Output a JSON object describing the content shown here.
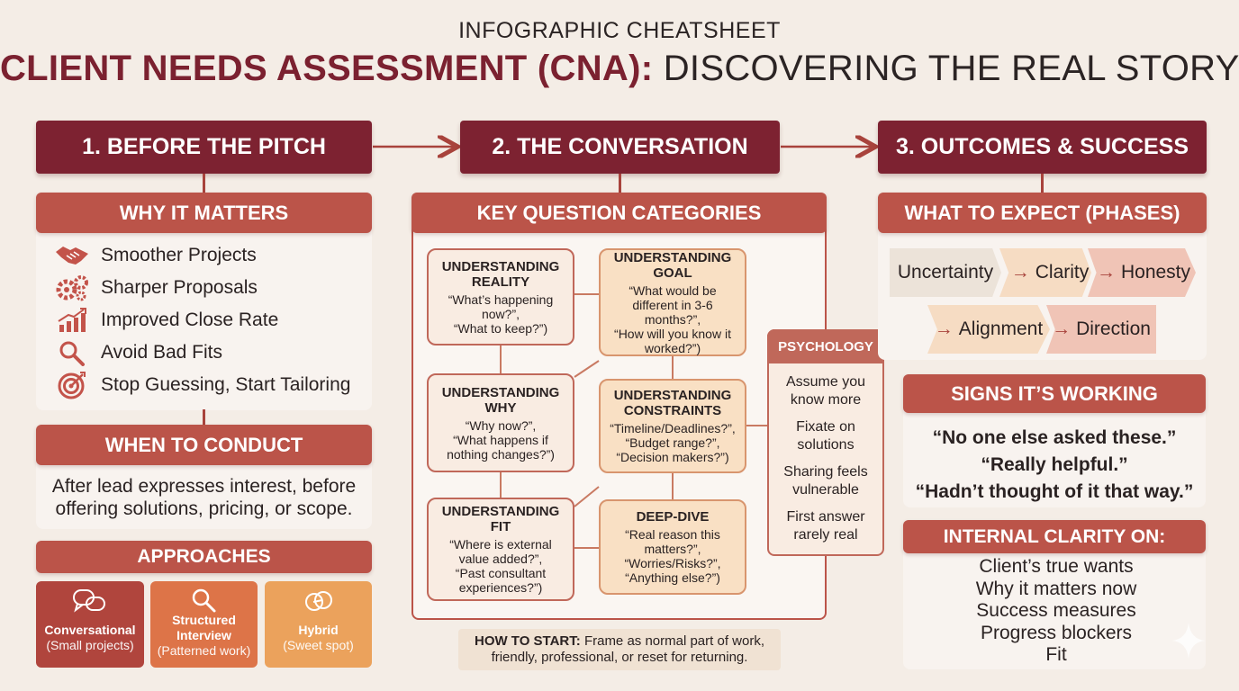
{
  "header": {
    "eyebrow": "INFOGRAPHIC CHEATSHEET",
    "title_red": "CLIENT NEEDS ASSESSMENT (CNA):",
    "title_dark": "DISCOVERING THE REAL STORY"
  },
  "stages": [
    "1. BEFORE THE PITCH",
    "2. THE CONVERSATION",
    "3. OUTCOMES & SUCCESS"
  ],
  "why": {
    "heading": "WHY IT MATTERS",
    "items": [
      {
        "label": "Smoother Projects",
        "icon": "handshake-icon"
      },
      {
        "label": "Sharper Proposals",
        "icon": "gears-icon"
      },
      {
        "label": "Improved Close Rate",
        "icon": "growth-chart-icon"
      },
      {
        "label": "Avoid Bad Fits",
        "icon": "magnifier-icon"
      },
      {
        "label": "Stop Guessing, Start Tailoring",
        "icon": "target-icon"
      }
    ]
  },
  "when": {
    "heading": "WHEN TO CONDUCT",
    "text": "After lead expresses interest, before offering solutions, pricing, or scope."
  },
  "approaches": {
    "heading": "APPROACHES",
    "items": [
      {
        "title": "Conversational",
        "sub": "(Small projects)",
        "icon": "chat-bubbles-icon",
        "color": "#b0453d"
      },
      {
        "title": "Structured Interview",
        "sub": "(Patterned work)",
        "icon": "magnifier-icon",
        "color": "#dd7448"
      },
      {
        "title": "Hybrid",
        "sub": "(Sweet spot)",
        "icon": "hybrid-bubbles-icon",
        "color": "#eba25c"
      }
    ]
  },
  "questions": {
    "heading": "KEY QUESTION CATEGORIES",
    "boxes": [
      {
        "title": "UNDERSTANDING REALITY",
        "q": "“What’s happening now?”,\n“What to keep?”)"
      },
      {
        "title": "UNDERSTANDING GOAL",
        "q": "“What would be different in 3-6 months?”,\n“How will you know it worked?”)"
      },
      {
        "title": "UNDERSTANDING WHY",
        "q": "“Why now?”,\n“What happens if nothing changes?”)"
      },
      {
        "title": "UNDERSTANDING CONSTRAINTS",
        "q": "“Timeline/Deadlines?”,\n“Budget range?”,\n“Decision makers?”)"
      },
      {
        "title": "UNDERSTANDING FIT",
        "q": "“Where is external value added?”,\n“Past consultant experiences?”)"
      },
      {
        "title": "DEEP-DIVE",
        "q": "“Real reason this matters?”,\n“Worries/Risks?”,\n“Anything else?”)"
      }
    ]
  },
  "psychology": {
    "heading": "PSYCHOLOGY",
    "items": [
      "Assume you know more",
      "Fixate on solutions",
      "Sharing feels vulnerable",
      "First answer rarely real"
    ]
  },
  "how_to_start": {
    "label": "HOW TO START:",
    "text": "Frame as normal part of work, friendly, professional, or reset for returning."
  },
  "phases": {
    "heading": "WHAT TO EXPECT (PHASES)",
    "items": [
      "Uncertainty",
      "Clarity",
      "Honesty",
      "Alignment",
      "Direction"
    ],
    "colors": [
      "#ece3d9",
      "#f6dcc3",
      "#f0c4b6",
      "#f6dcc3",
      "#f0c4b6"
    ]
  },
  "signs": {
    "heading": "SIGNS IT’S WORKING",
    "quotes": [
      "“No one else asked these.”",
      "“Really helpful.”",
      "“Hadn’t thought of it that way.”"
    ]
  },
  "clarity": {
    "heading": "INTERNAL CLARITY ON:",
    "items": [
      "Client’s true wants",
      "Why it matters now",
      "Success measures",
      "Progress blockers",
      "Fit"
    ]
  },
  "colors": {
    "stage": "#7d2231",
    "sub": "#bb5449",
    "title_red": "#7b2130",
    "background": "#f4ede6"
  }
}
